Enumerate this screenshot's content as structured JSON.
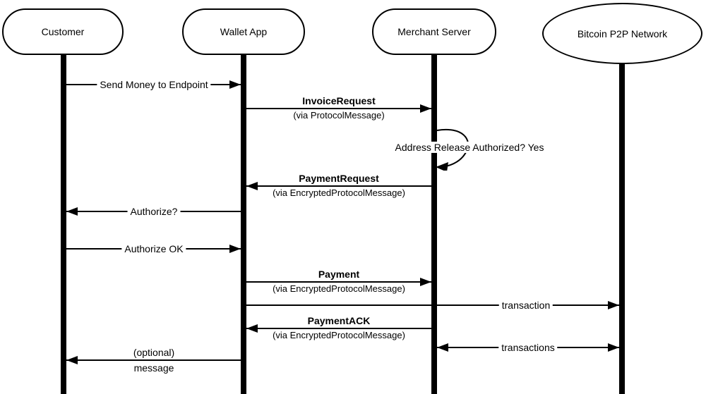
{
  "diagram": {
    "type": "sequence-diagram",
    "colors": {
      "line": "#000000",
      "fill": "#ffffff",
      "text": "#000000"
    },
    "actors": [
      {
        "label": "Customer",
        "shape": "stadium"
      },
      {
        "label": "Wallet App",
        "shape": "stadium"
      },
      {
        "label": "Merchant Server",
        "shape": "stadium"
      },
      {
        "label": "Bitcoin P2P Network",
        "shape": "ellipse"
      }
    ],
    "messages": [
      {
        "label": "Send Money to Endpoint",
        "from": "Customer",
        "to": "Wallet App",
        "arrow": "right"
      },
      {
        "label": "InvoiceRequest",
        "sublabel": "(via ProtocolMessage)",
        "from": "Wallet App",
        "to": "Merchant Server",
        "arrow": "right"
      },
      {
        "label": "Address Release Authorized? Yes",
        "from": "Merchant Server",
        "to": "Merchant Server",
        "arrow": "self-loop"
      },
      {
        "label": "PaymentRequest",
        "sublabel": "(via EncryptedProtocolMessage)",
        "from": "Merchant Server",
        "to": "Wallet App",
        "arrow": "left"
      },
      {
        "label": "Authorize?",
        "from": "Wallet App",
        "to": "Customer",
        "arrow": "left"
      },
      {
        "label": "Authorize OK",
        "from": "Customer",
        "to": "Wallet App",
        "arrow": "right"
      },
      {
        "label": "Payment",
        "sublabel": "(via EncryptedProtocolMessage)",
        "from": "Wallet App",
        "to": "Merchant Server",
        "arrow": "right"
      },
      {
        "label": "transaction",
        "from": "Wallet App",
        "to": "Bitcoin P2P Network",
        "arrow": "right"
      },
      {
        "label": "PaymentACK",
        "sublabel": "(via EncryptedProtocolMessage)",
        "from": "Merchant Server",
        "to": "Wallet App",
        "arrow": "left"
      },
      {
        "label": "transactions",
        "from": "Merchant Server",
        "to": "Bitcoin P2P Network",
        "arrow": "both"
      },
      {
        "label": "(optional)",
        "sublabel": "message",
        "from": "Wallet App",
        "to": "Customer",
        "arrow": "left"
      }
    ]
  }
}
